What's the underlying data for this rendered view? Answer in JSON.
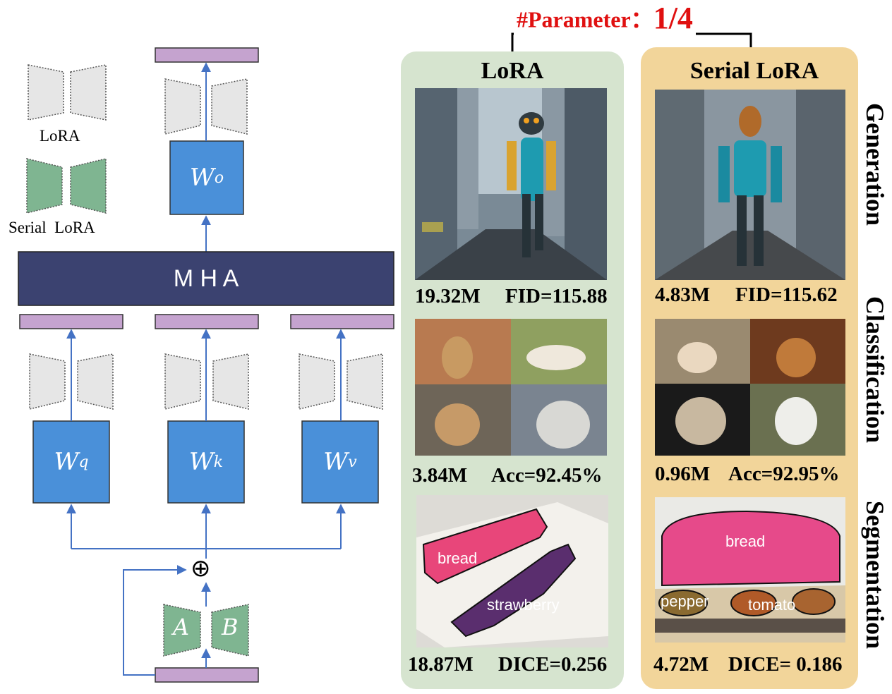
{
  "legend": {
    "lora": "LoRA",
    "serial_lora": "Serial  LoRA"
  },
  "diagram": {
    "mha": "M H A",
    "wo_main": "W",
    "wo_sub": "o",
    "wq_main": "W",
    "wq_sub": "q",
    "wk_main": "W",
    "wk_sub": "k",
    "wv_main": "W",
    "wv_sub": "v",
    "a": "A",
    "b": "B",
    "plus": "⊕"
  },
  "header": {
    "label": "#Parameter：",
    "value": "1/4"
  },
  "lora_panel": {
    "title": "LoRA",
    "gen_params": "19.32M",
    "gen_metric": "FID=115.88",
    "cls_params": "3.84M",
    "cls_metric": "Acc=92.45%",
    "seg_params": "18.87M",
    "seg_metric": "DICE=0.256",
    "seg_labels": [
      "bread",
      "strawberry"
    ]
  },
  "serial_panel": {
    "title": "Serial LoRA",
    "gen_params": "4.83M",
    "gen_metric": "FID=115.62",
    "cls_params": "0.96M",
    "cls_metric": "Acc=92.95%",
    "seg_params": "4.72M",
    "seg_metric": "DICE= 0.186",
    "seg_labels": [
      "bread",
      "pepper",
      "tomato"
    ]
  },
  "tasks": [
    "Generation",
    "Classification",
    "Segmentation"
  ],
  "colors": {
    "lora_panel_bg": "#d6e4cf",
    "serial_panel_bg": "#f2d59a",
    "weight_box": "#4a90d9",
    "mha_box": "#3b4270",
    "token_bar": "#c5a3cf",
    "lora_shape": "#e6e6e6",
    "serial_shape": "#7fb591",
    "arrow": "#4472c4",
    "header_red": "#e01010"
  }
}
